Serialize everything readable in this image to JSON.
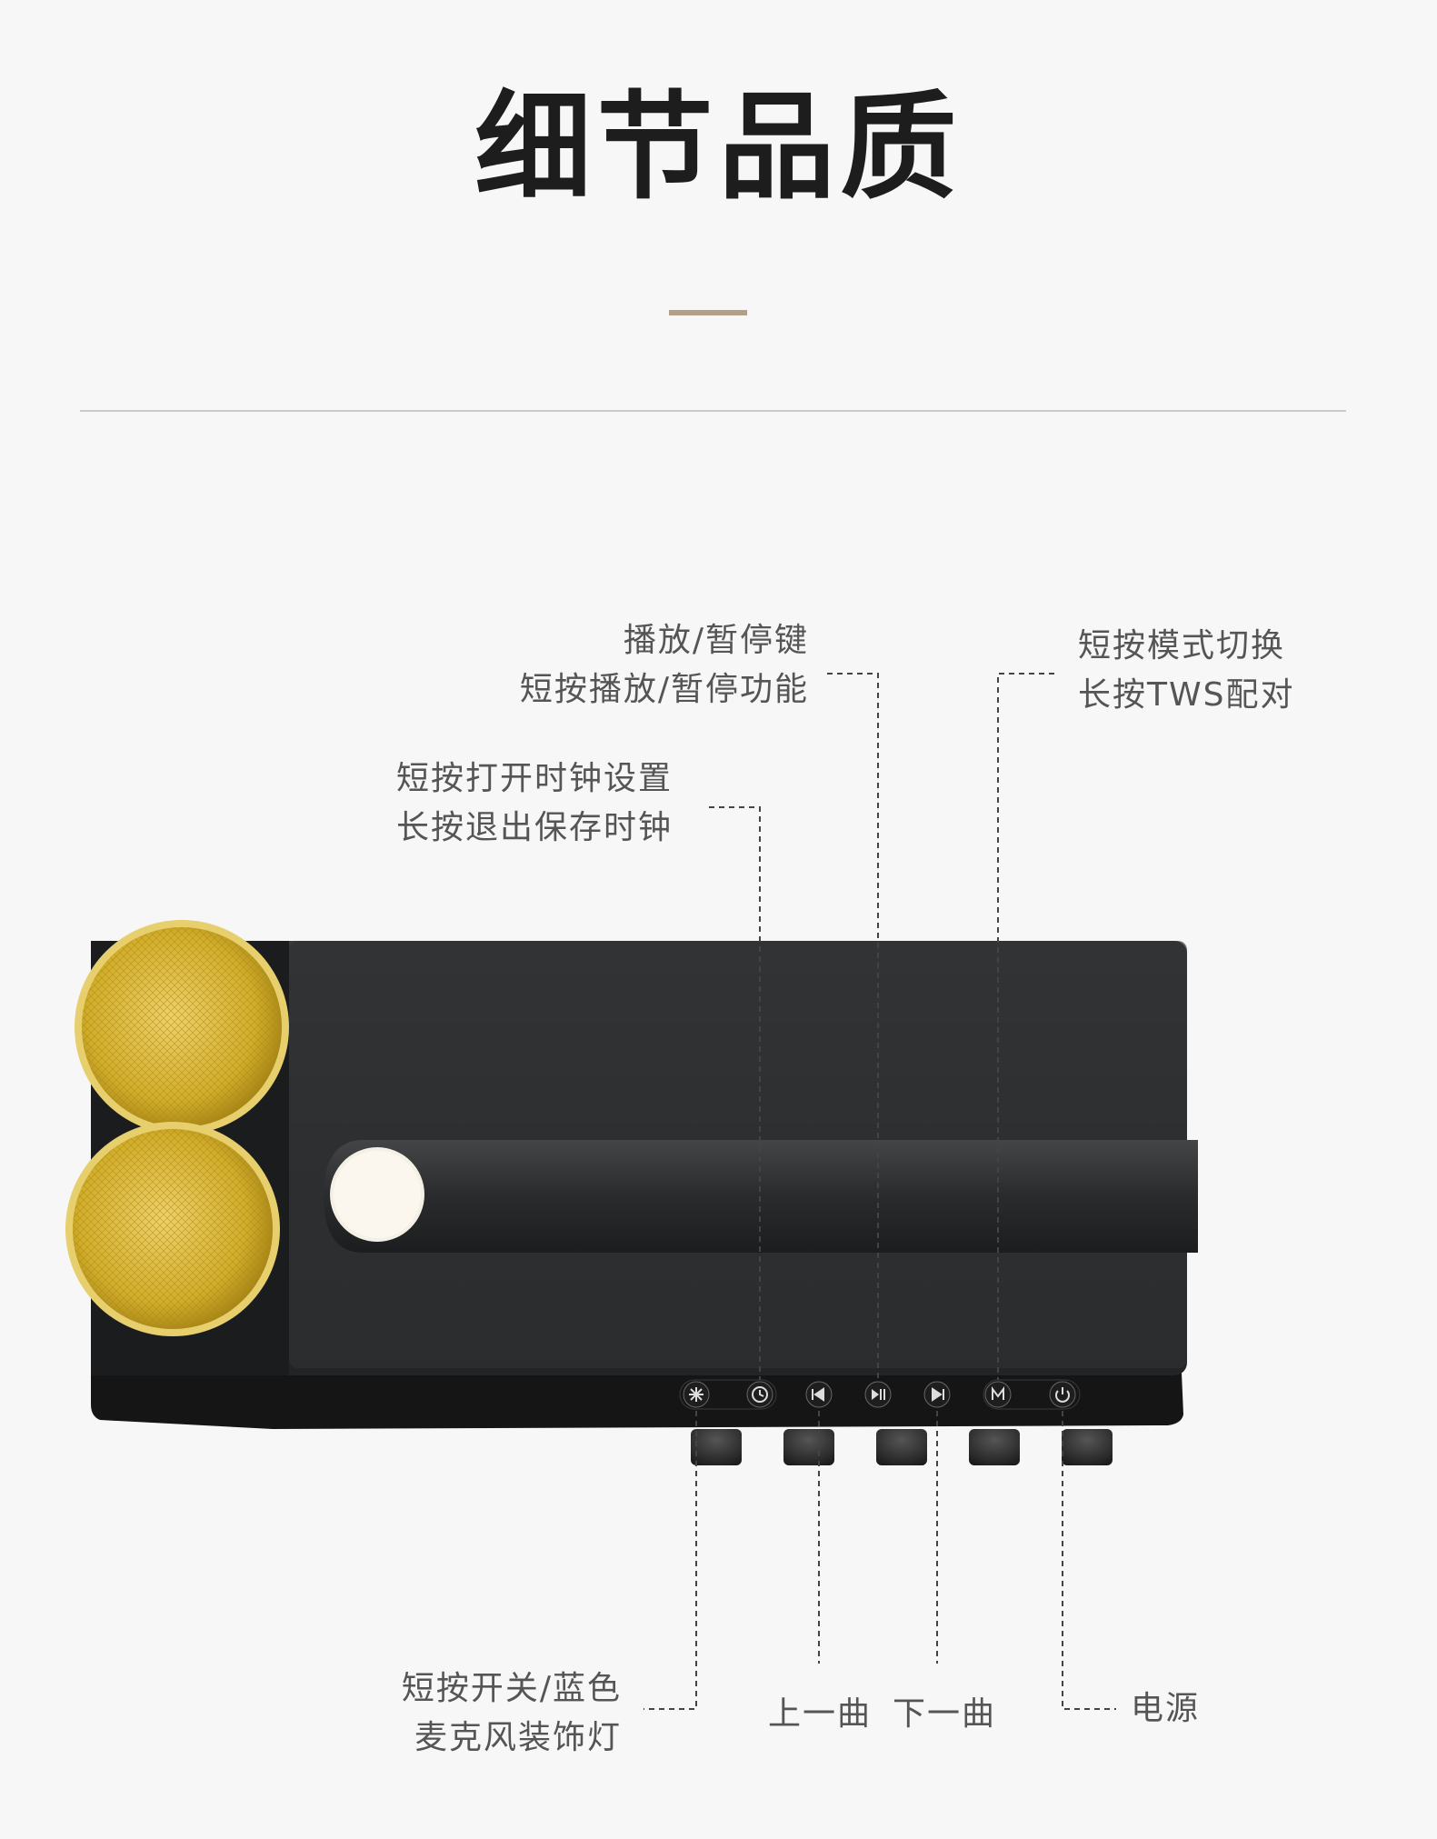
{
  "title": "细节品质",
  "colors": {
    "accent": "#b29f86",
    "background": "#f7f7f7",
    "speaker_body": "#2b2c2e",
    "gold": "#d8b62e"
  },
  "callouts": {
    "play_pause": {
      "line1": "播放/暂停键",
      "line2": "短按播放/暂停功能"
    },
    "mode": {
      "line1": "短按模式切换",
      "line2": "长按TWS配对"
    },
    "clock": {
      "line1": "短按打开时钟设置",
      "line2": "长按退出保存时钟"
    },
    "light": {
      "line1": "短按开关/蓝色",
      "line2": "麦克风装饰灯"
    },
    "prev": "上一曲",
    "next": "下一曲",
    "power": "电源"
  },
  "icons": [
    "light-icon",
    "clock-icon",
    "previous-track-icon",
    "play-pause-icon",
    "next-track-icon",
    "mode-icon",
    "power-icon"
  ]
}
